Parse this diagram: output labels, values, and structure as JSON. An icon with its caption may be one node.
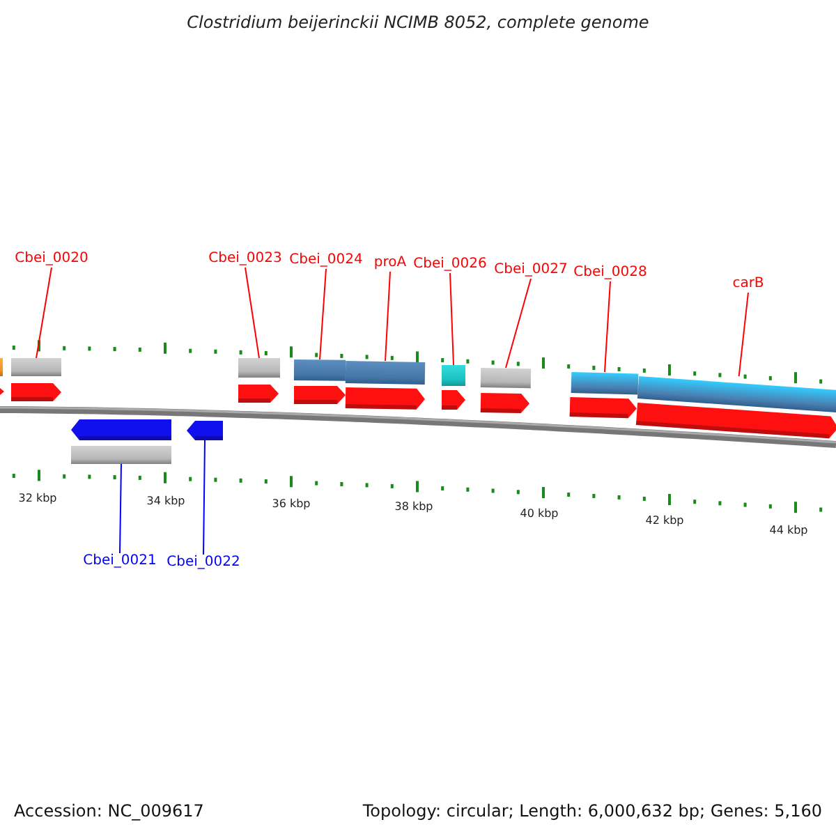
{
  "diagram": {
    "title": "Clostridium beijerinckii NCIMB 8052, complete genome",
    "nodes": [
      {
        "text": [
          "Cbei_0020"
        ]
      },
      {
        "text": [
          "Cbei_0023"
        ]
      },
      {
        "text": [
          "Cbei_0024"
        ]
      },
      {
        "text": [
          "proA"
        ]
      },
      {
        "text": [
          "Cbei_0026"
        ]
      },
      {
        "text": [
          "Cbei_0027"
        ]
      },
      {
        "text": [
          "Cbei_0028"
        ]
      },
      {
        "text": [
          "carB"
        ]
      },
      {
        "text": [],
        "shape": "box"
      },
      {
        "text": [],
        "shape": "box"
      },
      {
        "text": [],
        "shape": "box"
      },
      {
        "text": [],
        "shape": "box"
      },
      {
        "text": [],
        "shape": "box"
      },
      {
        "text": [],
        "shape": "box"
      },
      {
        "text": [],
        "shape": "box"
      },
      {
        "text": [],
        "shape": "box"
      },
      {
        "text": [],
        "shape": "box"
      },
      {
        "text": [],
        "shape": "arrow"
      },
      {
        "text": [
          "Cbei_0021"
        ]
      },
      {
        "text": [
          "Cbei_0022"
        ]
      }
    ],
    "edges": [
      {
        "from": 0,
        "to": 8,
        "arrow": "none"
      },
      {
        "from": 1,
        "to": 9,
        "arrow": "none"
      },
      {
        "from": 2,
        "to": 10,
        "arrow": "none"
      },
      {
        "from": 3,
        "to": 11,
        "arrow": "none"
      },
      {
        "from": 4,
        "to": 12,
        "arrow": "none"
      },
      {
        "from": 5,
        "to": 13,
        "arrow": "none"
      },
      {
        "from": 6,
        "to": 14,
        "arrow": "none"
      },
      {
        "from": 7,
        "to": 15,
        "arrow": "none"
      },
      {
        "from": 18,
        "to": 16,
        "arrow": "none",
        "color": "#0000ff"
      },
      {
        "from": 19,
        "to": 17,
        "arrow": "none",
        "color": "#0000ff"
      }
    ],
    "labels": [
      "32 kbp",
      "34 kbp",
      "36 kbp",
      "38 kbp",
      "40 kbp",
      "42 kbp",
      "44 kbp",
      "Accession: NC_009617",
      "Topology: circular; Length: 6,000,632 bp; Genes: 5,160"
    ]
  }
}
